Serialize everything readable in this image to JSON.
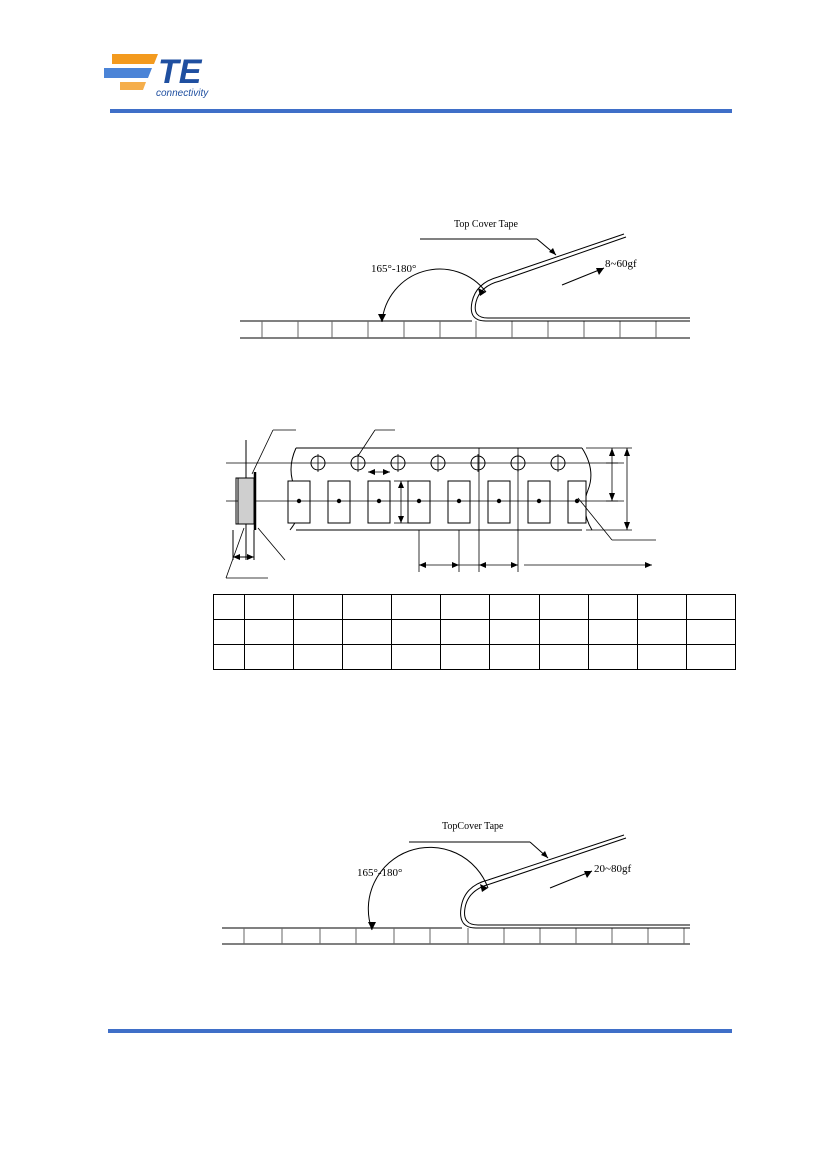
{
  "logo": {
    "brand": "TE",
    "tagline": "connectivity",
    "colors": {
      "blue": "#1f4fa0",
      "orange": "#f39a1e",
      "stripe_blue": "#2c6fd0"
    }
  },
  "rule_color": "#3f6fc8",
  "figure1": {
    "tape_label": "Top Cover Tape",
    "angle_label": "165°-180°",
    "force_label": "8~60gf"
  },
  "figure3": {
    "tape_label": "TopCover Tape",
    "angle_label": "165°-180°",
    "force_label": "20~80gf"
  },
  "table": {
    "rows": [
      [
        "",
        "",
        "",
        "",
        "",
        "",
        "",
        "",
        "",
        "",
        ""
      ],
      [
        "",
        "",
        "",
        "",
        "",
        "",
        "",
        "",
        "",
        "",
        ""
      ],
      [
        "",
        "",
        "",
        "",
        "",
        "",
        "",
        "",
        "",
        "",
        ""
      ]
    ]
  }
}
